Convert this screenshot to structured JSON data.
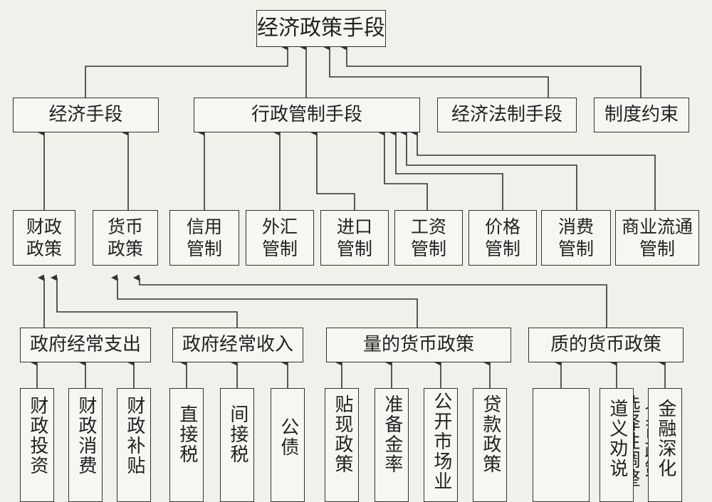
{
  "root": "经济政策手段",
  "level1": {
    "economic": "经济手段",
    "administrative": "行政管制手段",
    "legal": "经济法制手段",
    "institutional": "制度约束"
  },
  "level2": {
    "fiscal": [
      "财政",
      "政策"
    ],
    "monetary": [
      "货币",
      "政策"
    ],
    "credit": [
      "信用",
      "管制"
    ],
    "forex": [
      "外汇",
      "管制"
    ],
    "import": [
      "进口",
      "管制"
    ],
    "wage": [
      "工资",
      "管制"
    ],
    "price": [
      "价格",
      "管制"
    ],
    "consumption": [
      "消费",
      "管制"
    ],
    "commerce": [
      "商业流通",
      "管制"
    ]
  },
  "level3": {
    "gov_expenditure": "政府经常支出",
    "gov_revenue": "政府经常收入",
    "quantity_monetary": "量的货币政策",
    "quality_monetary": "质的货币政策"
  },
  "level4": {
    "fiscal_invest": "财政投资",
    "fiscal_consume": "财政消费",
    "fiscal_subsidy": "财政补贴",
    "direct_tax": "直接税",
    "indirect_tax": "间接税",
    "public_debt": "公债",
    "discount": "贴现政策",
    "reserve": "准备金率",
    "open_market": "公开市场业",
    "loan": "贷款政策",
    "selective_col1": "货币政策",
    "selective_col2": "选择性调整",
    "moral": "道义劝说",
    "deepening": "金融深化"
  }
}
